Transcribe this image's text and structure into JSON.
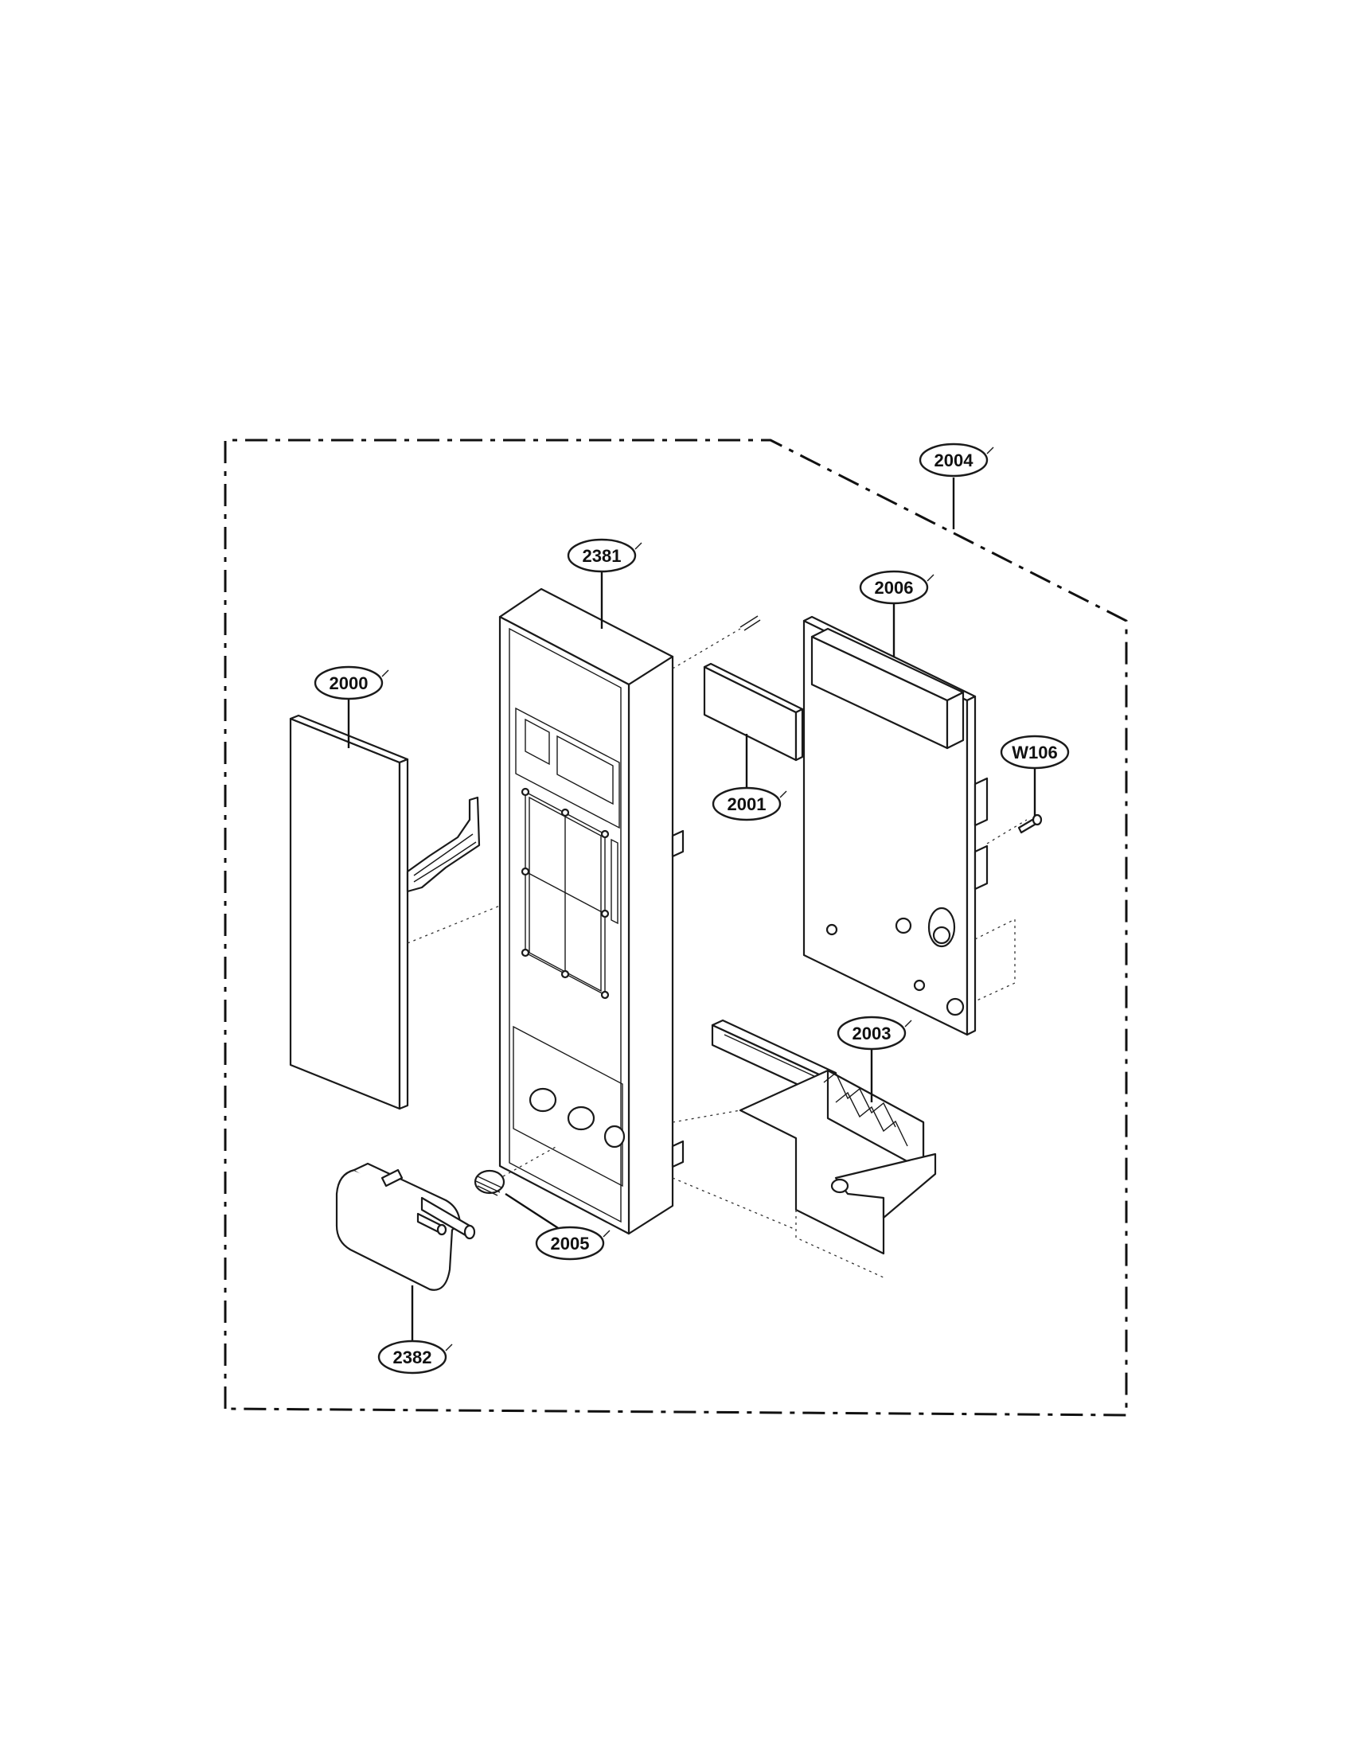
{
  "colors": {
    "ink": "#111111",
    "paper": "#ffffff"
  },
  "callouts": {
    "assembly": "2004",
    "control_panel_frame": "2381",
    "pcb_board": "2006",
    "membrane_switch": "2000",
    "display_window": "2001",
    "screw": "W106",
    "latch_lever": "2003",
    "spring": "2005",
    "door_button": "2382"
  }
}
